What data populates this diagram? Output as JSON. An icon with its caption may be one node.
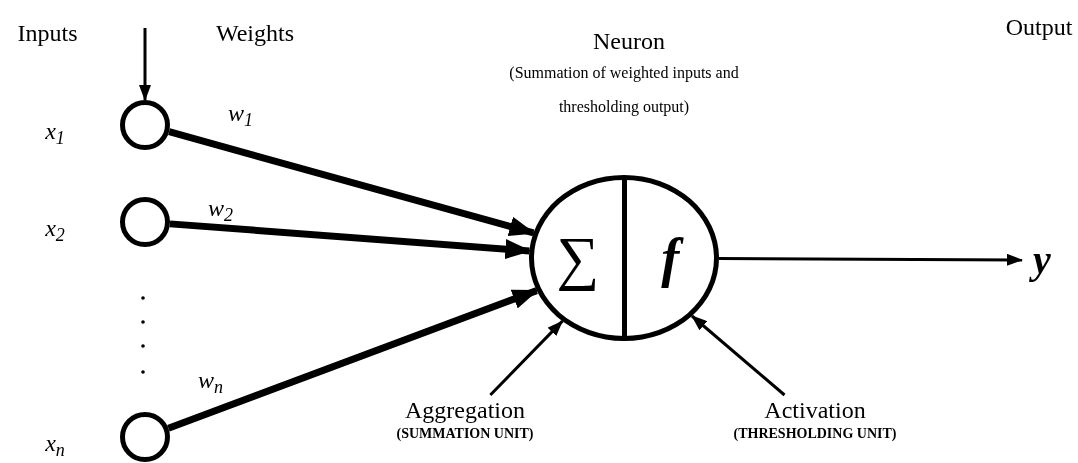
{
  "diagram": {
    "nodes": [
      {
        "text": [],
        "shape": "circle",
        "beside": [
          "x$_{1}$"
        ]
      },
      {
        "text": [],
        "shape": "circle",
        "beside": [
          "x$_{2}$"
        ]
      },
      {
        "text": [],
        "shape": "circle",
        "beside": [
          "x$_{n}$"
        ]
      },
      {
        "text": [
          "∑",
          "f"
        ],
        "beside": [
          "Neuron",
          "(Summation of weighted inputs and thresholding output)"
        ]
      },
      {
        "text": [
          "y"
        ]
      },
      {
        "text": [
          "Aggregation",
          "(SUMMATION UNIT)"
        ]
      },
      {
        "text": [
          "Activation",
          "(THRESHOLDING UNIT)"
        ]
      }
    ],
    "edges": [
      {
        "from": 0,
        "to": 3,
        "arrow": "to",
        "label": "w$_{1}$",
        "style": "thick"
      },
      {
        "from": 1,
        "to": 3,
        "arrow": "to",
        "label": "w$_{2}$",
        "style": "thick"
      },
      {
        "from": 2,
        "to": 3,
        "arrow": "to",
        "label": "w$_{n}$",
        "style": "thick"
      },
      {
        "from": 3,
        "to": 4,
        "arrow": "to"
      },
      {
        "from": 5,
        "to": 3,
        "arrow": "to"
      },
      {
        "from": 6,
        "to": 3,
        "arrow": "to"
      },
      {
        "from": null,
        "to": 0,
        "arrow": "to"
      }
    ],
    "labels": [
      "Inputs",
      "Weights",
      "Output"
    ]
  }
}
